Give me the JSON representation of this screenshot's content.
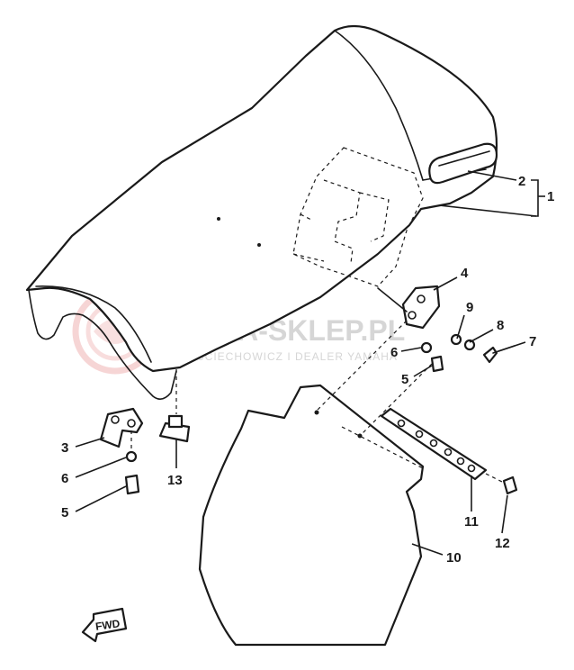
{
  "diagram": {
    "callouts": [
      {
        "id": "2",
        "label": "2"
      },
      {
        "id": "1",
        "label": "1"
      },
      {
        "id": "4",
        "label": "4"
      },
      {
        "id": "9",
        "label": "9"
      },
      {
        "id": "8",
        "label": "8"
      },
      {
        "id": "7",
        "label": "7"
      },
      {
        "id": "6a",
        "label": "6"
      },
      {
        "id": "5a",
        "label": "5"
      },
      {
        "id": "3",
        "label": "3"
      },
      {
        "id": "6b",
        "label": "6"
      },
      {
        "id": "5b",
        "label": "5"
      },
      {
        "id": "13",
        "label": "13"
      },
      {
        "id": "11",
        "label": "11"
      },
      {
        "id": "12",
        "label": "12"
      },
      {
        "id": "10",
        "label": "10"
      }
    ],
    "fwd_label": "FWD",
    "watermark": {
      "text": "YAMA-SKLEP.PL",
      "subtext": "WOJCIECHOWICZ I DEALER YAMAHA"
    }
  }
}
